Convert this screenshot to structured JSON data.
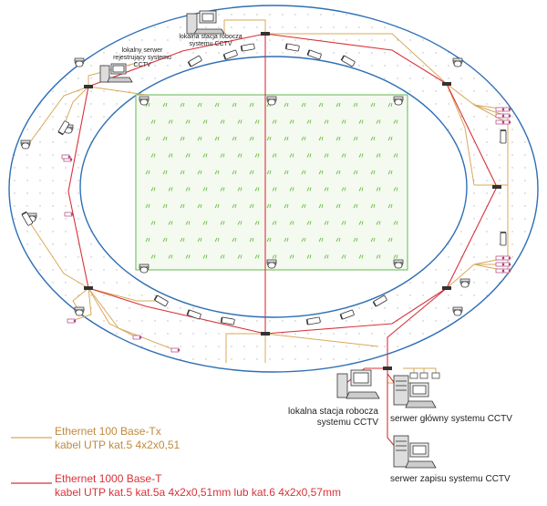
{
  "colors": {
    "ellipse_stroke": "#2f6fb5",
    "field_fill": "#eef6e6",
    "field_border": "#7cc36b",
    "grass": "#6cbf4a",
    "fast_ethernet": "#d9a85a",
    "gigabit_ethernet": "#d8323a",
    "accent_magenta": "#b0407a"
  },
  "labels": {
    "local_station_top": "lokalna stacja robocza systemu CCTV",
    "local_recorder": "lokalny serwer rejestrujący systemu CCTV",
    "local_station_bottom": "lokalna stacja robocza systemu CCTV",
    "main_server": "serwer główny systemu CCTV",
    "record_server": "serwer zapisu systemu CCTV"
  },
  "legend": {
    "fast": {
      "title": "Ethernet 100 Base-Tx",
      "cable": "kabel UTP kat.5 4x2x0,51"
    },
    "gigabit": {
      "title": "Ethernet 1000 Base-T",
      "cable": "kabel UTP kat.5 kat.5a 4x2x0,51mm lub kat.6 4x2x0,57mm"
    }
  }
}
